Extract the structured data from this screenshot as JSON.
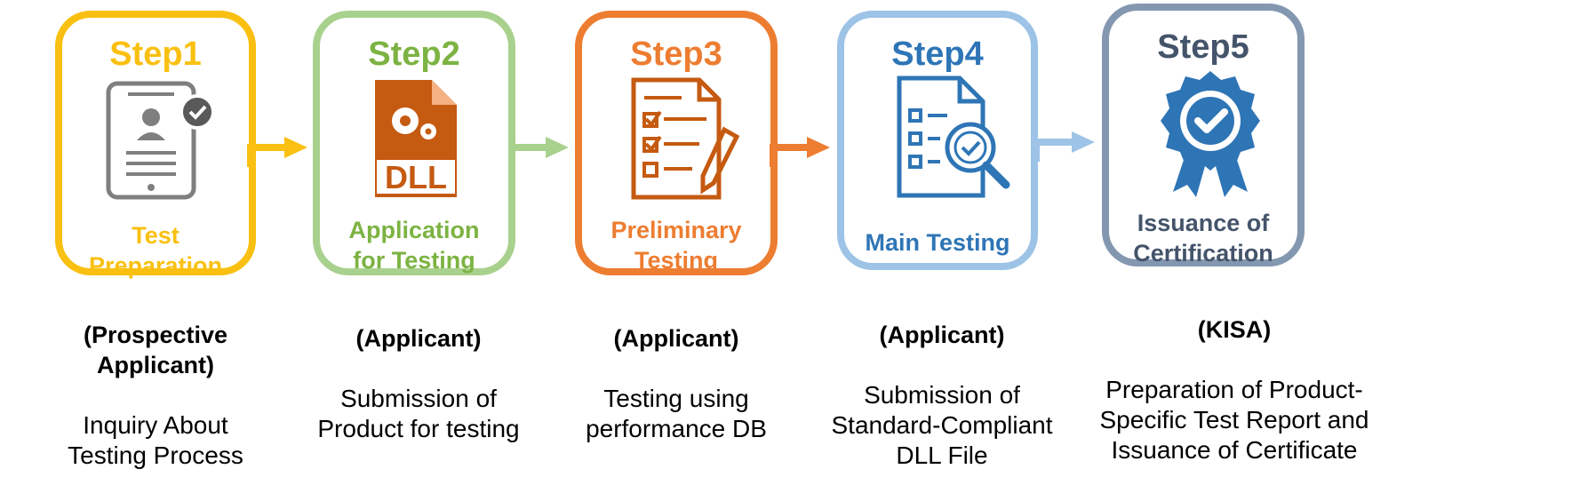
{
  "colors": {
    "step1": "#F9C011",
    "step2": "#7CB342",
    "step3": "#ED7D31",
    "step4": "#2E75B6",
    "step4_border": "#9DC3E6",
    "step5": "#44546A",
    "step5_border": "#8497B0",
    "icon_gray": "#7F7F7F",
    "dll_brown": "#C55A11"
  },
  "steps": [
    {
      "title": "Step1",
      "label": "Test\nPreparation",
      "icon": "id-card-check-icon",
      "role": "(Prospective\nApplicant)",
      "description": "Inquiry About\nTesting Process"
    },
    {
      "title": "Step2",
      "label": "Application\nfor Testing",
      "icon": "dll-file-icon",
      "dll_text": "DLL",
      "role": "(Applicant)",
      "description": "Submission of\nProduct for testing"
    },
    {
      "title": "Step3",
      "label": "Preliminary\nTesting",
      "icon": "checklist-pencil-icon",
      "role": "(Applicant)",
      "description": "Testing using\nperformance DB"
    },
    {
      "title": "Step4",
      "label": "Main Testing",
      "icon": "document-magnifier-icon",
      "role": "(Applicant)",
      "description": "Submission of\nStandard-Compliant\nDLL File"
    },
    {
      "title": "Step5",
      "label": "Issuance of\nCertification",
      "icon": "certificate-badge-icon",
      "role": "(KISA)",
      "description": "Preparation of Product-\nSpecific Test Report and\nIssuance of Certificate"
    }
  ]
}
